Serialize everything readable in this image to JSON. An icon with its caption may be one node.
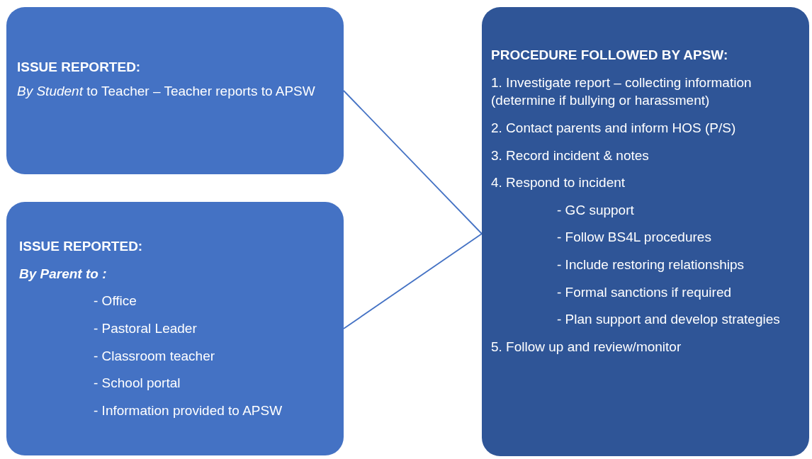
{
  "diagram": {
    "nodes": [
      {
        "text": [
          "ISSUE REPORTED:",
          "*By Student* to Teacher – Teacher reports to APSW"
        ]
      },
      {
        "text": [
          "ISSUE REPORTED:",
          "By Parent to :",
          "- Office",
          "- Pastoral Leader",
          "- Classroom teacher",
          "- School portal",
          "- Information provided to APSW"
        ]
      },
      {
        "text": [
          "PROCEDURE FOLLOWED BY APSW:",
          "1. Investigate report – collecting information (determine if bullying or harassment)",
          "2. Contact parents and inform HOS (P/S)",
          "3. Record incident & notes",
          "4. Respond to incident",
          "-  GC support",
          "- Follow BS4L procedures",
          "- Include restoring relationships",
          "- Formal sanctions if required",
          "- Plan support and develop strategies",
          "5. Follow up and review/monitor"
        ]
      }
    ],
    "edges": [
      {
        "from": 0,
        "to": 2,
        "arrow": "none"
      },
      {
        "from": 1,
        "to": 2,
        "arrow": "none"
      }
    ]
  }
}
